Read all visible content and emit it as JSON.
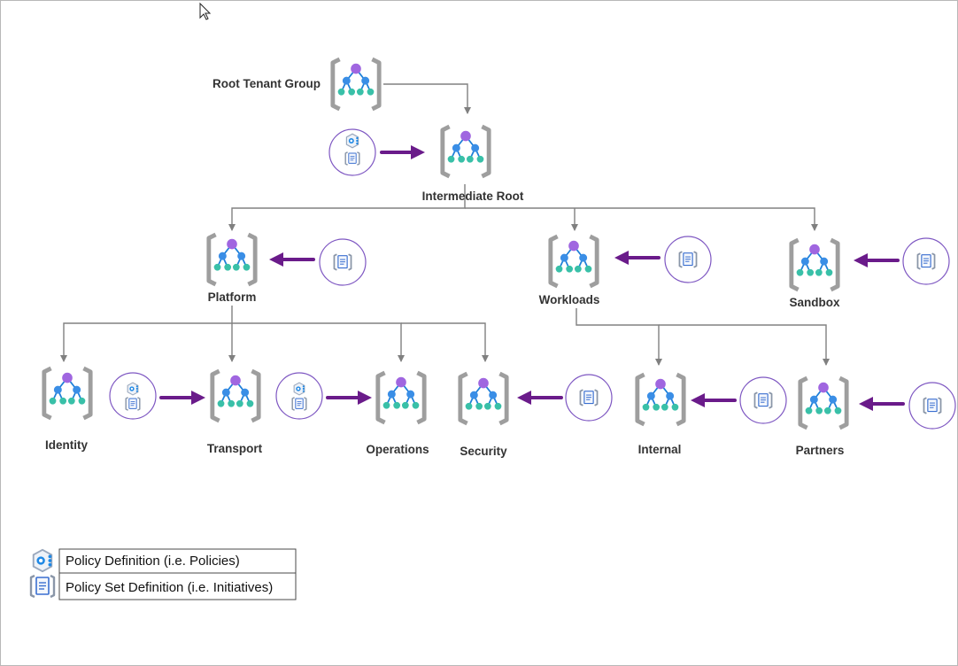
{
  "colors": {
    "connector": "#808080",
    "arrow": "#6a1b8a",
    "circle_border": "#7e57c2",
    "bracket": "#9e9e9e",
    "node_top": "#a066e0",
    "node_mid": "#3a8ee6",
    "node_leaf": "#39c0a8"
  },
  "icons": {
    "management_group": "management-group-icon",
    "policy_definition": "policy-definition-icon",
    "policy_set_definition": "policy-set-definition-icon",
    "cursor": "mouse-cursor-icon"
  },
  "groups": {
    "root": "Root Tenant Group",
    "intermediate": "Intermediate Root",
    "platform": "Platform",
    "workloads": "Workloads",
    "sandbox": "Sandbox",
    "identity": "Identity",
    "transport": "Transport",
    "operations": "Operations",
    "security": "Security",
    "internal": "Internal",
    "partners": "Partners"
  },
  "legend": {
    "policy_definition": "Policy Definition (i.e. Policies)",
    "policy_set_definition": "Policy Set Definition (i.e. Initiatives)"
  }
}
